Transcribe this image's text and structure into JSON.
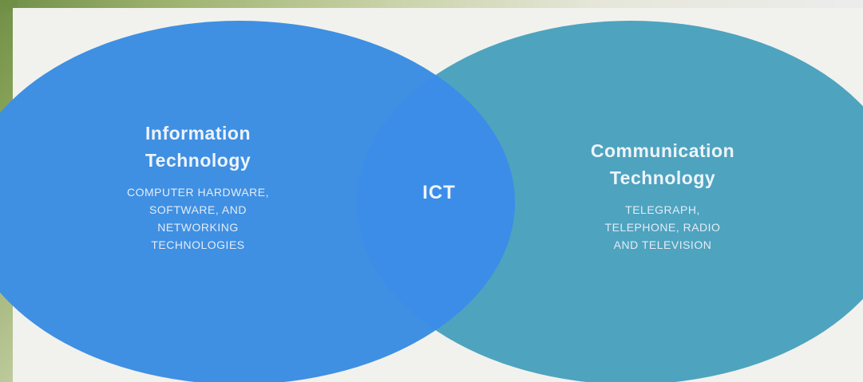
{
  "diagram": {
    "left_circle": {
      "title_line1": "Information",
      "title_line2": "Technology",
      "desc_line1": "COMPUTER HARDWARE,",
      "desc_line2": "SOFTWARE, AND",
      "desc_line3": "NETWORKING",
      "desc_line4": "TECHNOLOGIES",
      "color": "#3f8fe3"
    },
    "right_circle": {
      "title_line1": "Communication",
      "title_line2": "Technology",
      "desc_line1": "TELEGRAPH,",
      "desc_line2": "TELEPHONE, RADIO",
      "desc_line3": "AND TELEVISION",
      "color": "#4ea3bf"
    },
    "intersection": {
      "label": "ICT",
      "color": "#3b8de8"
    }
  }
}
